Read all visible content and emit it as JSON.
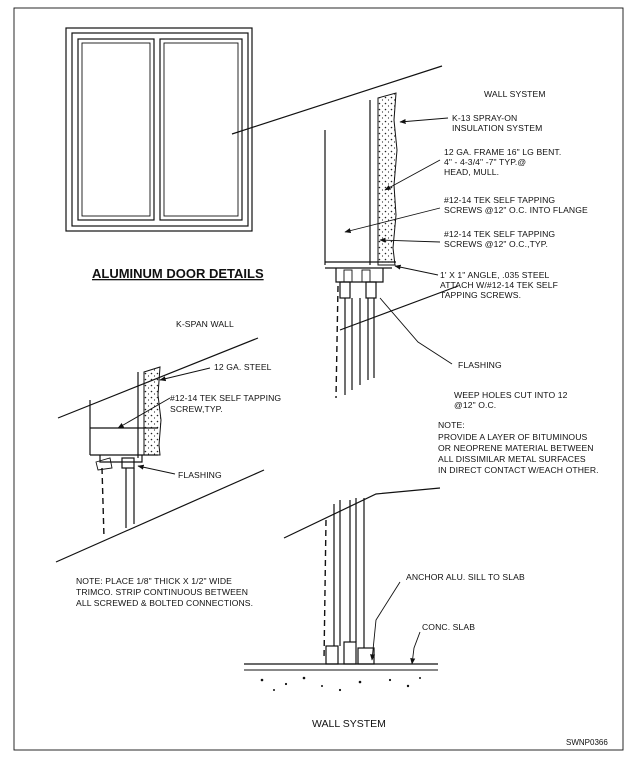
{
  "drawing": {
    "door_details_title": "ALUMINUM DOOR DETAILS",
    "drawing_number": "SWNP0366",
    "bottom_caption": "WALL SYSTEM"
  },
  "upper_detail": {
    "wall_system_label": "WALL SYSTEM",
    "insulation": [
      "K-13 SPRAY-ON",
      "INSULATION SYSTEM"
    ],
    "frame": [
      "12 GA. FRAME 16\" LG BENT.",
      "4\" - 4-3/4\" -7\" TYP.@",
      "HEAD, MULL."
    ],
    "screws_flange": [
      "#12-14 TEK SELF TAPPING",
      "SCREWS @12\" O.C. INTO FLANGE"
    ],
    "screws_typ": [
      "#12-14 TEK SELF TAPPING",
      "SCREWS @12\" O.C.,TYP."
    ],
    "angle": [
      "1' X 1\" ANGLE, .035 STEEL",
      "ATTACH W/#12-14 TEK SELF",
      "TAPPING SCREWS."
    ],
    "flashing": "FLASHING",
    "weep_holes": [
      "WEEP HOLES CUT INTO 12",
      "@12\" O.C."
    ],
    "note_heading": "NOTE:",
    "note_lines": [
      "PROVIDE A LAYER OF BITUMINOUS",
      "OR NEOPRENE MATERIAL BETWEEN",
      "ALL DISSIMILAR METAL SURFACES",
      "IN DIRECT CONTACT W/EACH OTHER."
    ]
  },
  "kspan_detail": {
    "title": "K-SPAN WALL",
    "steel": "12 GA. STEEL",
    "screw": [
      "#12-14 TEK SELF TAPPING",
      "SCREW,TYP."
    ],
    "flashing": "FLASHING",
    "note_lines": [
      "NOTE:  PLACE 1/8\" THICK X 1/2\" WIDE",
      "TRIMCO. STRIP CONTINUOUS BETWEEN",
      "ALL SCREWED & BOLTED CONNECTIONS."
    ]
  },
  "sill_detail": {
    "anchor": "ANCHOR ALU. SILL TO SLAB",
    "slab": "CONC. SLAB"
  }
}
